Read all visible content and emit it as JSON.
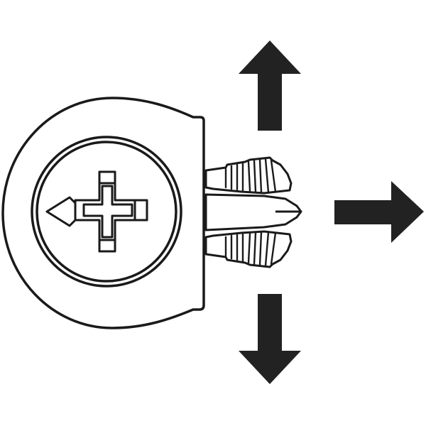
{
  "diagram": {
    "subject": "cam-lock-connector-icon",
    "background": "#ffffff",
    "stroke_color": "#1a1a1a",
    "fill_color": "#222222",
    "arrows": [
      {
        "name": "arrow-up-icon",
        "direction": "up"
      },
      {
        "name": "arrow-right-icon",
        "direction": "right"
      },
      {
        "name": "arrow-down-icon",
        "direction": "down"
      }
    ]
  }
}
